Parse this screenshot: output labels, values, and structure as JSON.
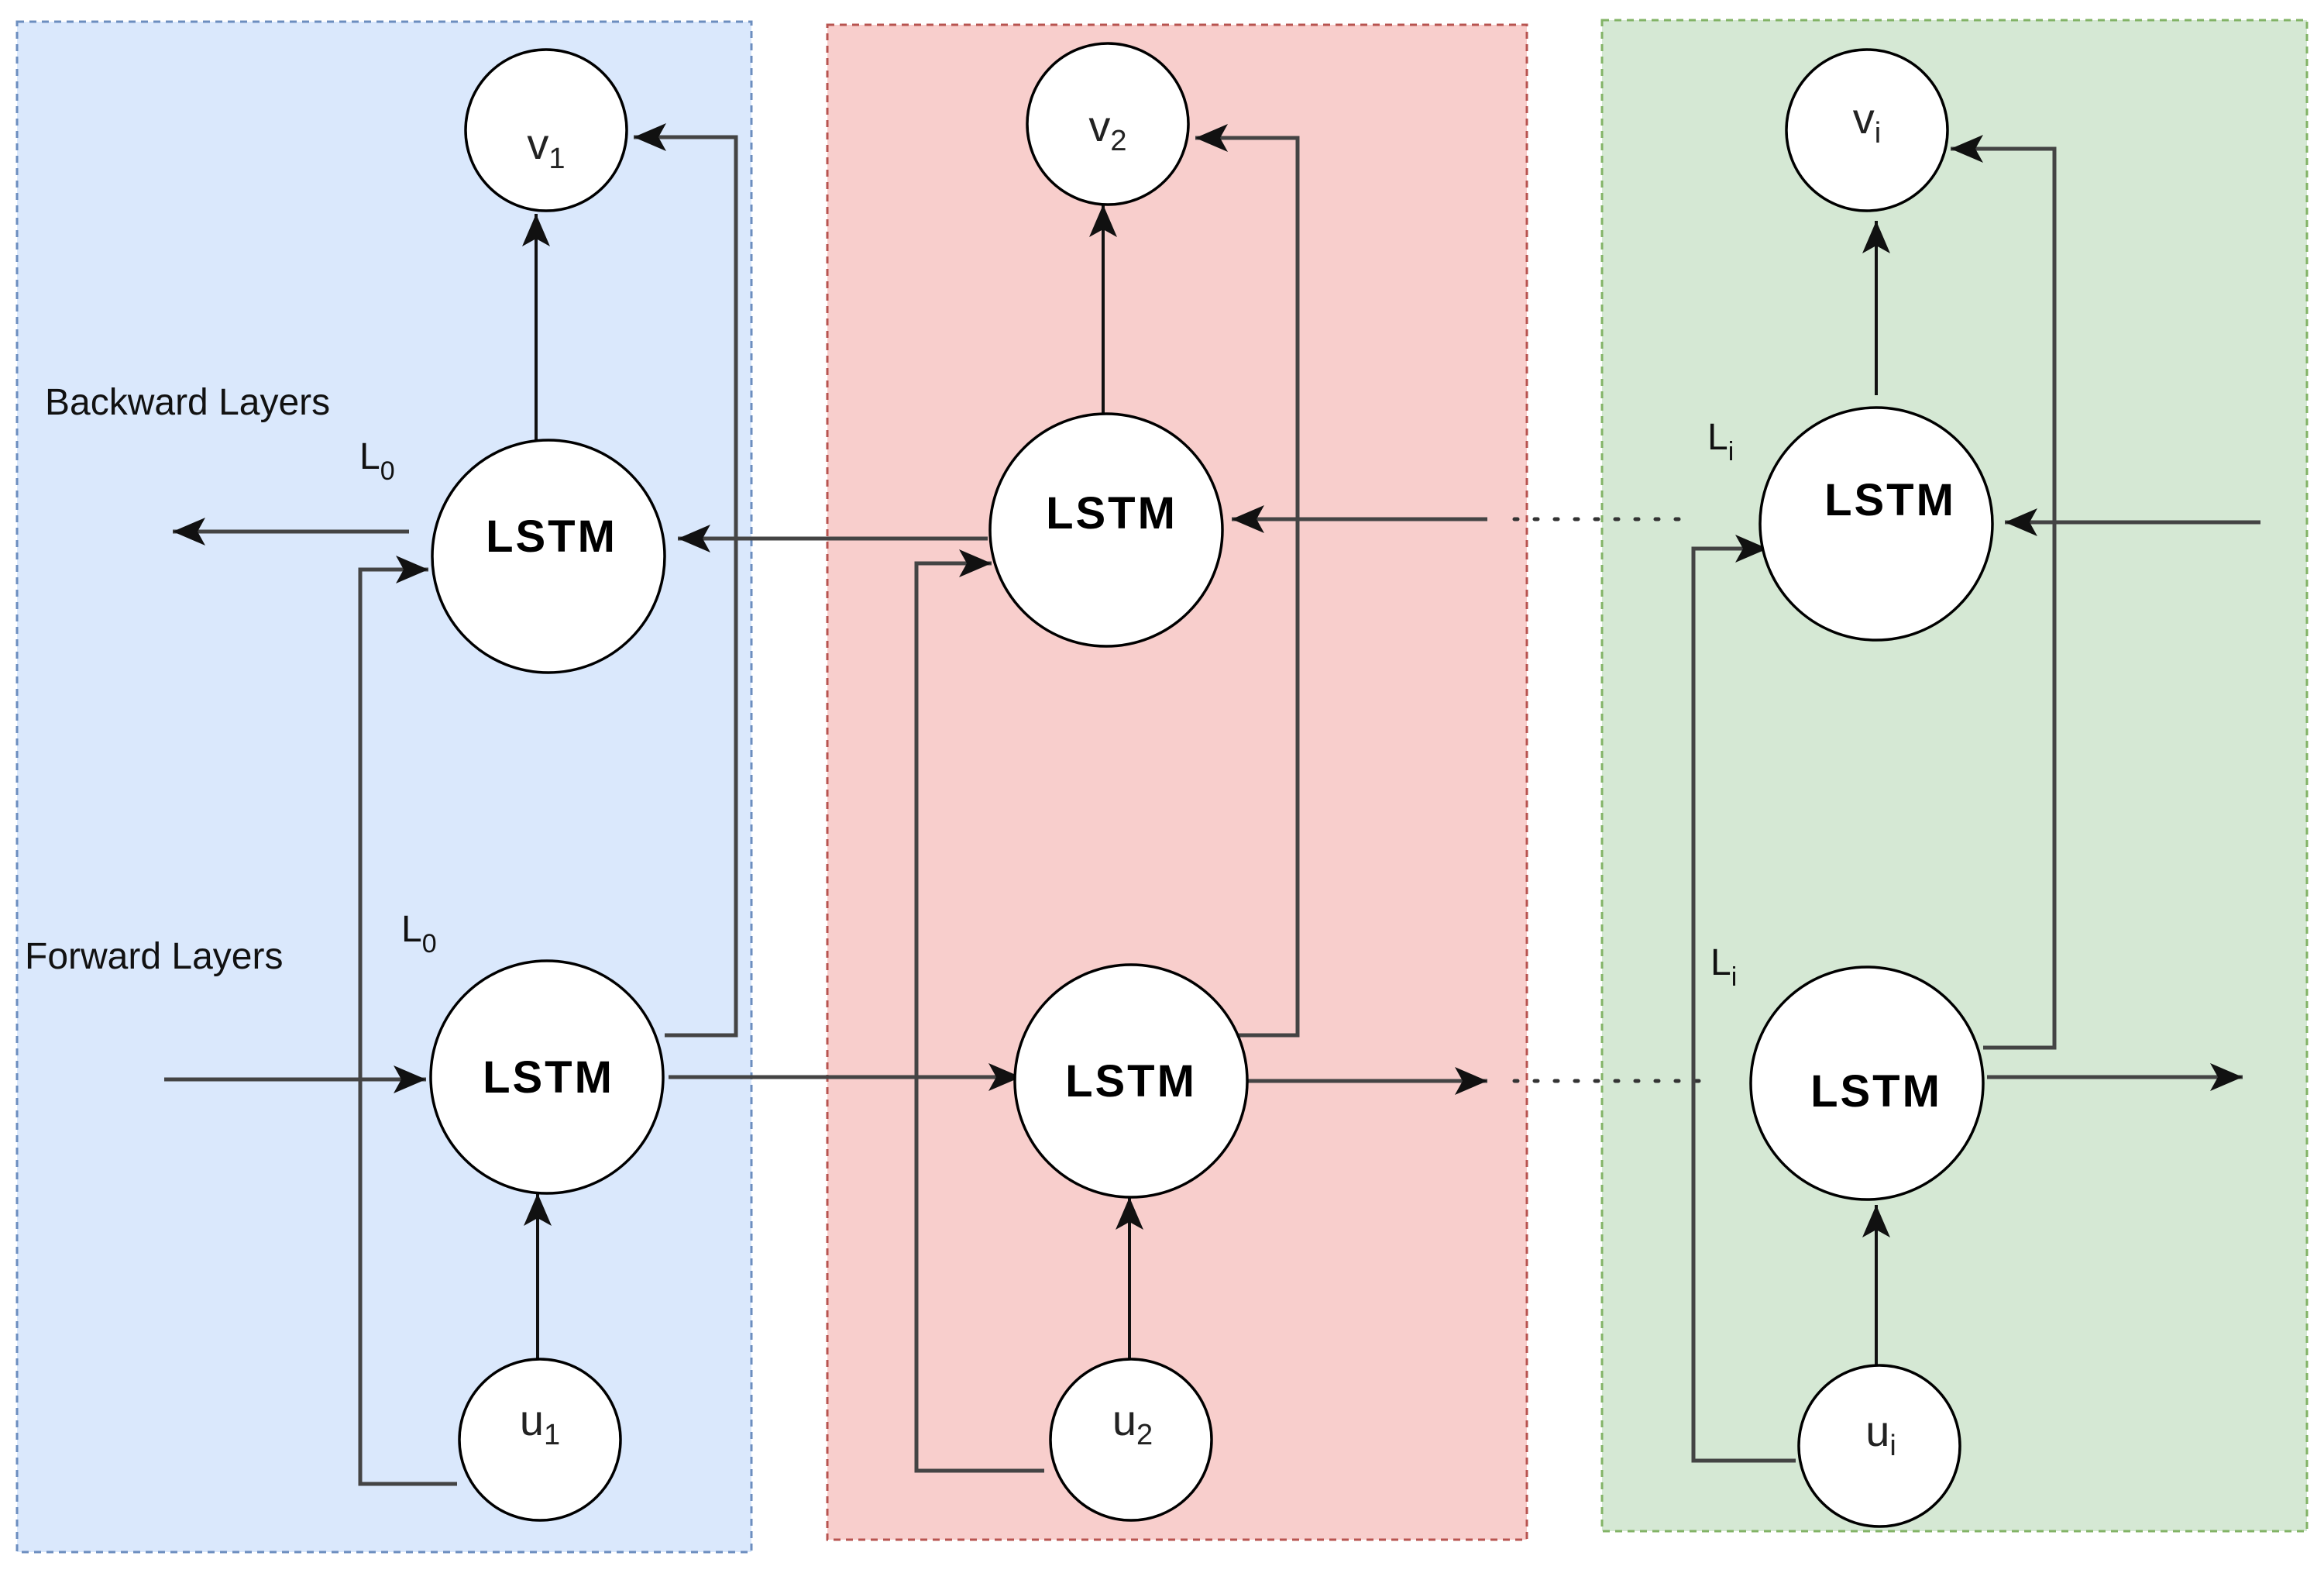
{
  "labels": {
    "backward": "Backward Layers",
    "forward": "Forward Layers",
    "lstm": "LSTM"
  },
  "layers": {
    "l0_main": "L",
    "l0_sub": "0",
    "li_main": "L",
    "li_sub": "i"
  },
  "columns": [
    {
      "output_main": "v",
      "output_sub": "1",
      "input_main": "u",
      "input_sub": "1",
      "panel_fill": "#dae8fc",
      "panel_stroke": "#6c8ebf"
    },
    {
      "output_main": "v",
      "output_sub": "2",
      "input_main": "u",
      "input_sub": "2",
      "panel_fill": "#f8cecc",
      "panel_stroke": "#b85450"
    },
    {
      "output_main": "v",
      "output_sub": "i",
      "input_main": "u",
      "input_sub": "i",
      "panel_fill": "#d5e8d4",
      "panel_stroke": "#82b366"
    }
  ]
}
